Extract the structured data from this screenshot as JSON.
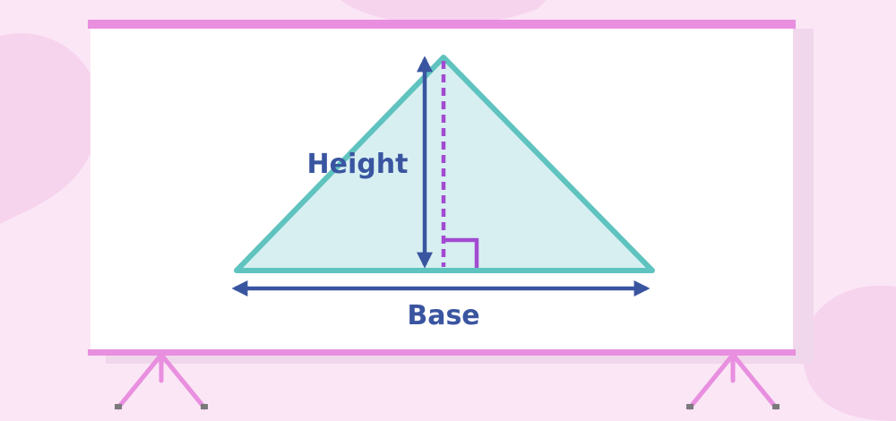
{
  "diagram": {
    "height_label": "Height",
    "base_label": "Base"
  },
  "colors": {
    "background": "#fbe6f6",
    "background_blob": "#f7d4ee",
    "board_frame": "#e88fdf",
    "board_surface": "#ffffff",
    "board_shadow": "#f0d7eb",
    "triangle_fill": "#d7eff1",
    "triangle_stroke": "#5fc3bf",
    "height_line": "#a24bd0",
    "right_angle_marker": "#a24bd0",
    "arrow": "#3a55a0",
    "label_text": "#3a55a0",
    "stand": "#e88fdf",
    "stand_feet": "#7a7a7a"
  },
  "icons": {
    "height_arrow": "double-headed-vertical-arrow",
    "base_arrow": "double-headed-horizontal-arrow",
    "right_angle": "right-angle-square"
  }
}
